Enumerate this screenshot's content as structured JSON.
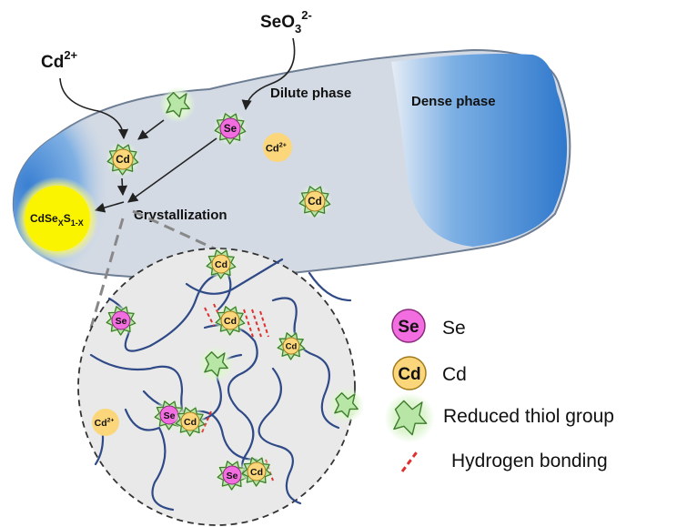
{
  "diagram": {
    "labels": {
      "se_o3": {
        "base": "SeO",
        "sub": "3",
        "sup": "2-"
      },
      "cd2": {
        "base": "Cd",
        "sup": "2+"
      },
      "dilute_phase": "Dilute phase",
      "dense_phase": "Dense phase",
      "crystallization": "Crystallization",
      "nanoparticle": {
        "part1": "CdSe",
        "sub1": "X",
        "part2": "S",
        "sub2": "1-X"
      }
    },
    "species": {
      "se": "Se",
      "cd": "Cd",
      "cd_ion": {
        "base": "Cd",
        "sup": "2+"
      }
    }
  },
  "legend": {
    "items": [
      {
        "icon": "se-icon",
        "badge": "Se",
        "label": "Se"
      },
      {
        "icon": "cd-icon",
        "badge": "Cd",
        "label": "Cd"
      },
      {
        "icon": "thiol-icon",
        "label": "Reduced thiol group"
      },
      {
        "icon": "hydrogen-bond-icon",
        "label": "Hydrogen bonding"
      }
    ]
  },
  "colors": {
    "se_fill": "#f26de0",
    "cd_fill": "#fcd67a",
    "thiol_fill": "#b8e6a6",
    "thiol_stroke": "#3e7d2c",
    "chain": "#2f4a86",
    "hbond": "#e03030",
    "dense_blue": "#4a8fd6",
    "nanoparticle": "#fbf400"
  }
}
